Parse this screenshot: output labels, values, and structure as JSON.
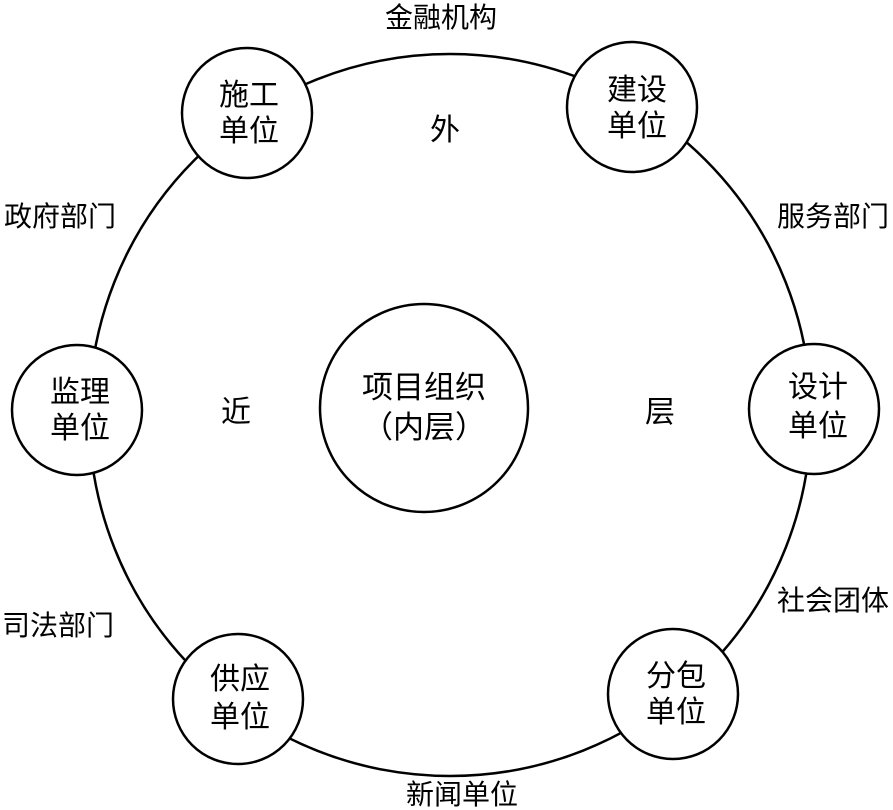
{
  "diagram": {
    "center": {
      "line1": "项目组织",
      "line2": "（内层）"
    },
    "outer_ring_words": {
      "left": "近",
      "top": "外",
      "right": "层"
    },
    "nodes": {
      "construction": {
        "line1": "施工",
        "line2": "单位"
      },
      "owner": {
        "line1": "建设",
        "line2": "单位"
      },
      "supervision": {
        "line1": "监理",
        "line2": "单位"
      },
      "design": {
        "line1": "设计",
        "line2": "单位"
      },
      "supply": {
        "line1": "供应",
        "line2": "单位"
      },
      "subcontract": {
        "line1": "分包",
        "line2": "单位"
      }
    },
    "external_labels": {
      "financial": "金融机构",
      "government": "政府部门",
      "service": "服务部门",
      "social": "社会团体",
      "judicial": "司法部门",
      "news": "新闻单位"
    }
  }
}
